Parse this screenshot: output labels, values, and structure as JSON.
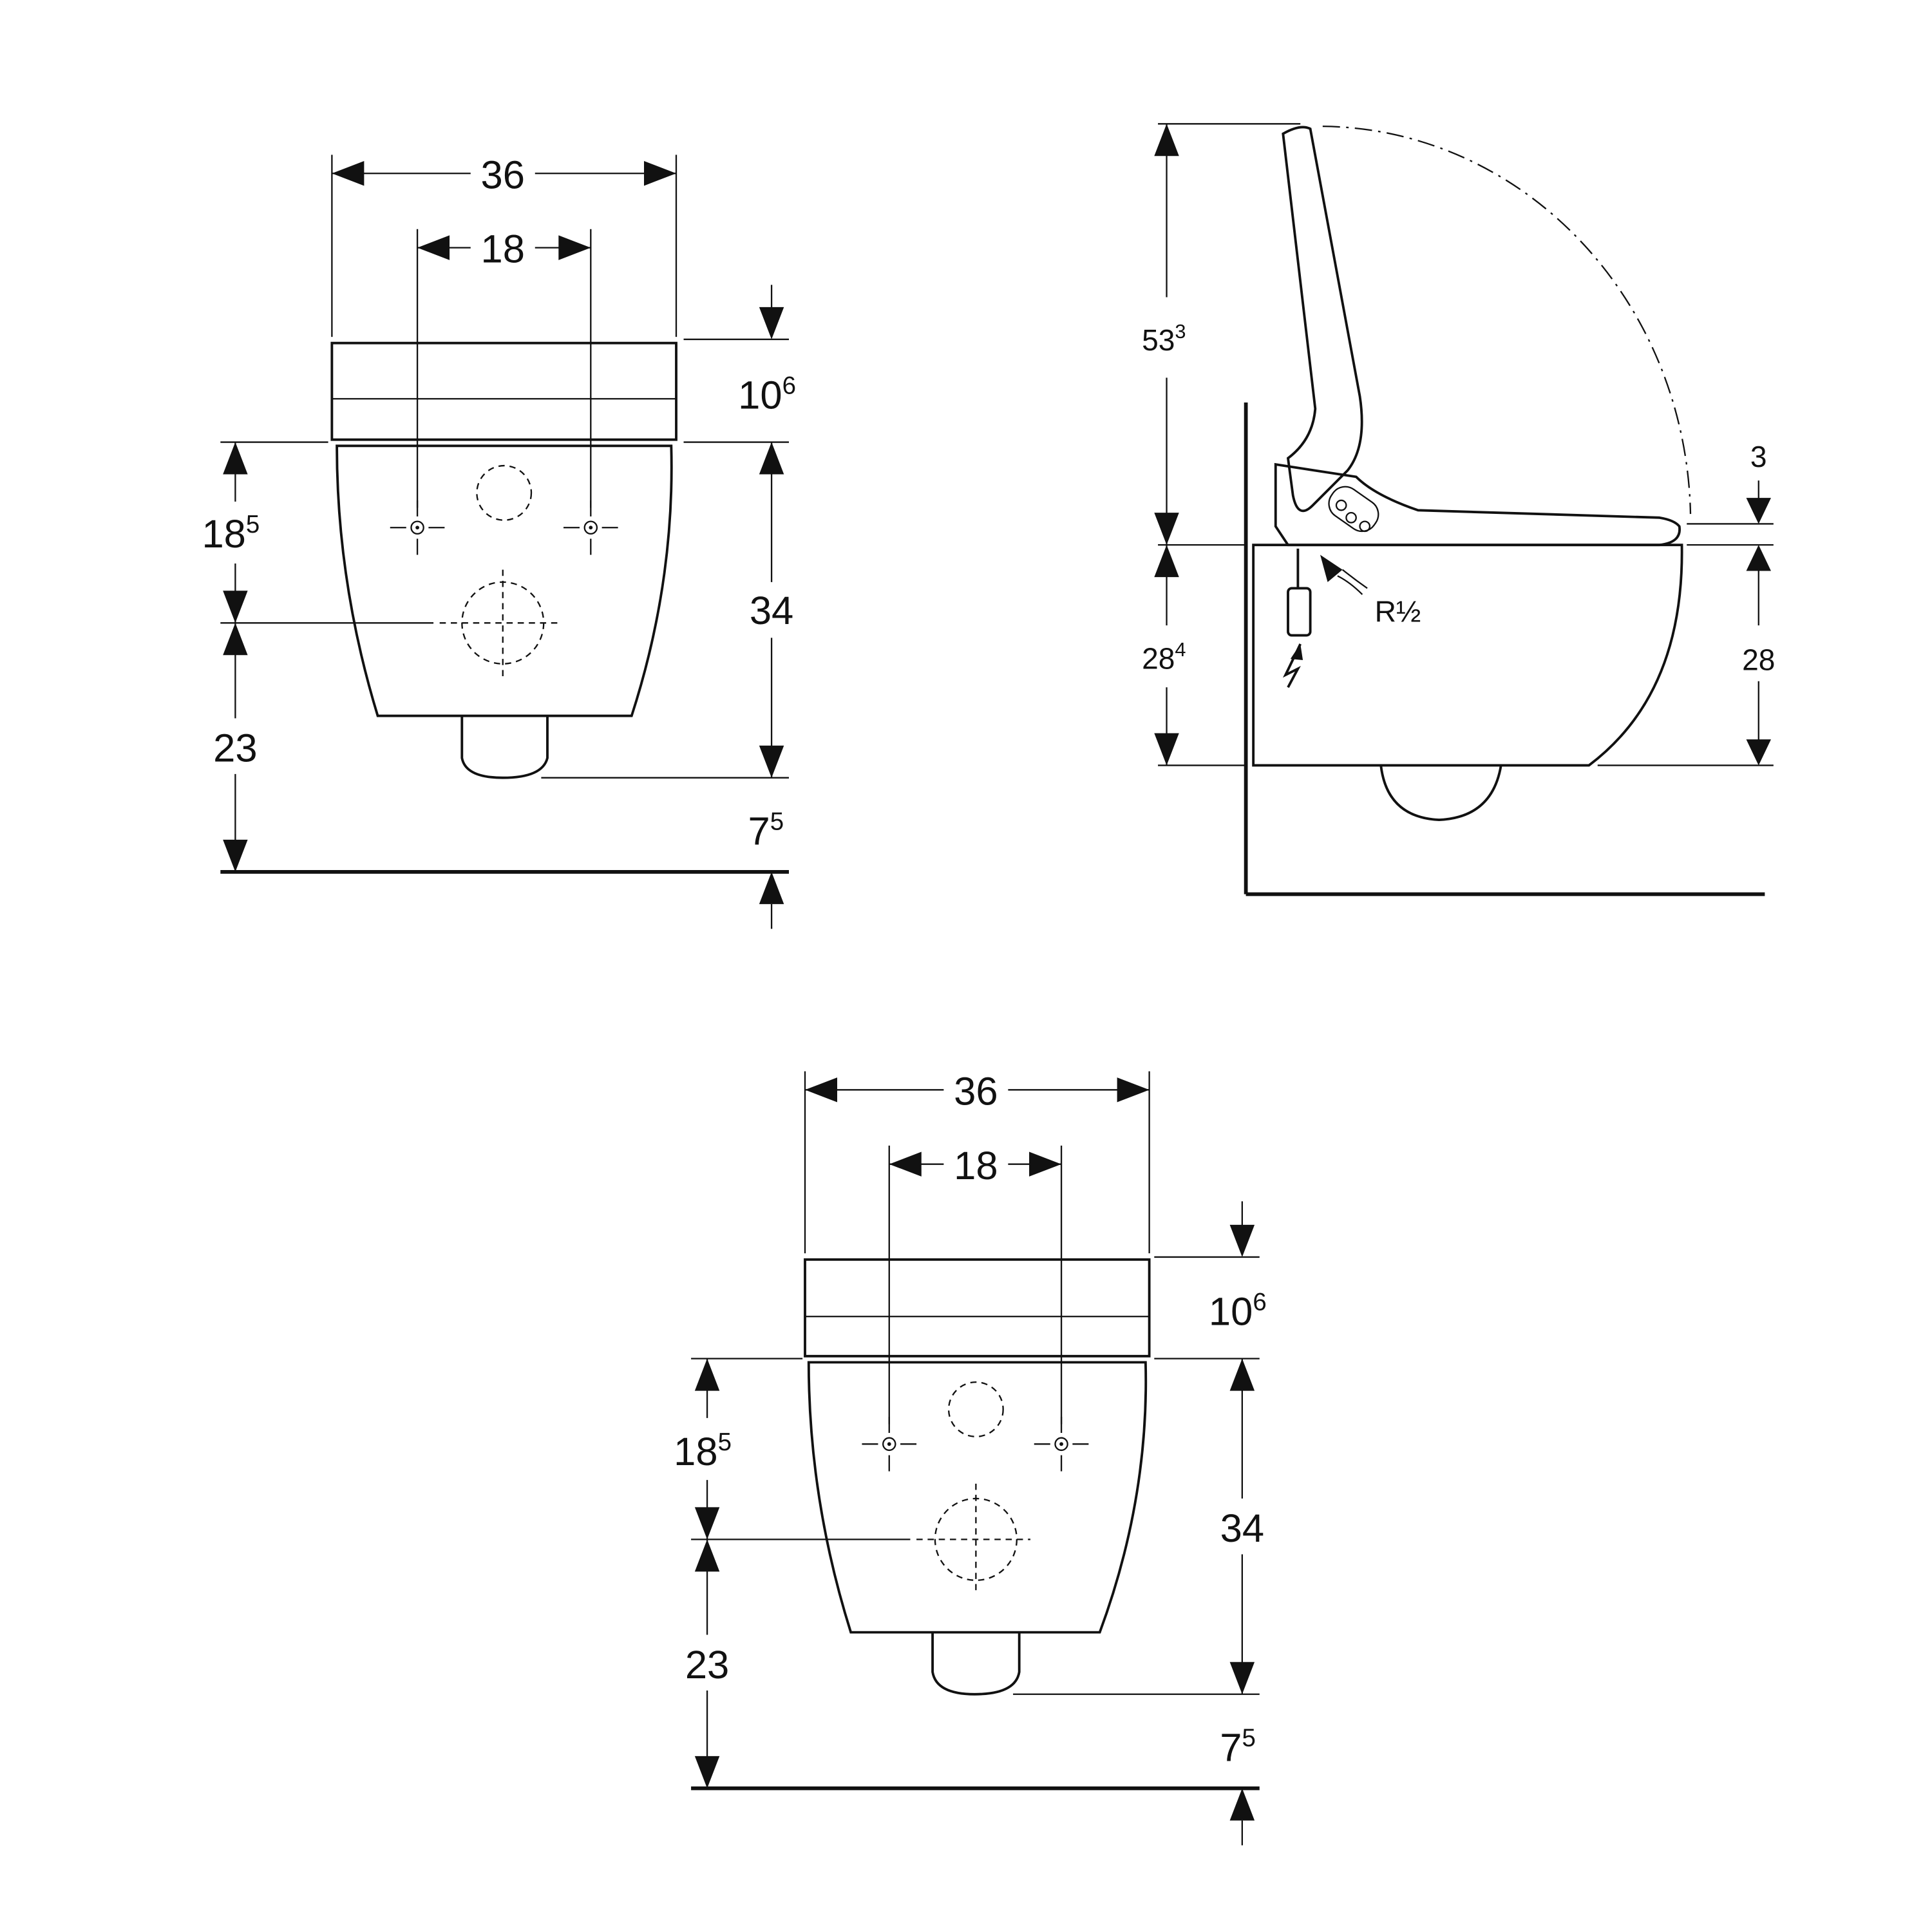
{
  "title": "Wall-hung shower toilet dimension drawing",
  "views": {
    "front_top": {
      "width_total": {
        "main": "36",
        "sup": ""
      },
      "fixing_spacing": {
        "main": "18",
        "sup": ""
      },
      "seat_height": {
        "main": "10",
        "sup": "6"
      },
      "fixing_to_outlet": {
        "main": "18",
        "sup": "5"
      },
      "outlet_to_bottom": {
        "main": "23",
        "sup": ""
      },
      "bowl_height": {
        "main": "34",
        "sup": ""
      },
      "bottom_offset": {
        "main": "7",
        "sup": "5"
      }
    },
    "side": {
      "lid_height": {
        "main": "53",
        "sup": "3"
      },
      "body_height": {
        "main": "28",
        "sup": "4"
      },
      "seat_gap": {
        "main": "3",
        "sup": ""
      },
      "bowl_height": {
        "main": "28",
        "sup": ""
      },
      "water_connection": "R½",
      "symbols": [
        "electric-connection-icon",
        "water-supply-icon",
        "plus-button-icon",
        "spray-button-icon",
        "minus-button-icon"
      ]
    },
    "front_bottom": {
      "width_total": {
        "main": "36",
        "sup": ""
      },
      "fixing_spacing": {
        "main": "18",
        "sup": ""
      },
      "seat_height": {
        "main": "10",
        "sup": "6"
      },
      "fixing_to_outlet": {
        "main": "18",
        "sup": "5"
      },
      "outlet_to_bottom": {
        "main": "23",
        "sup": ""
      },
      "bowl_height": {
        "main": "34",
        "sup": ""
      },
      "bottom_offset": {
        "main": "7",
        "sup": "5"
      }
    }
  }
}
